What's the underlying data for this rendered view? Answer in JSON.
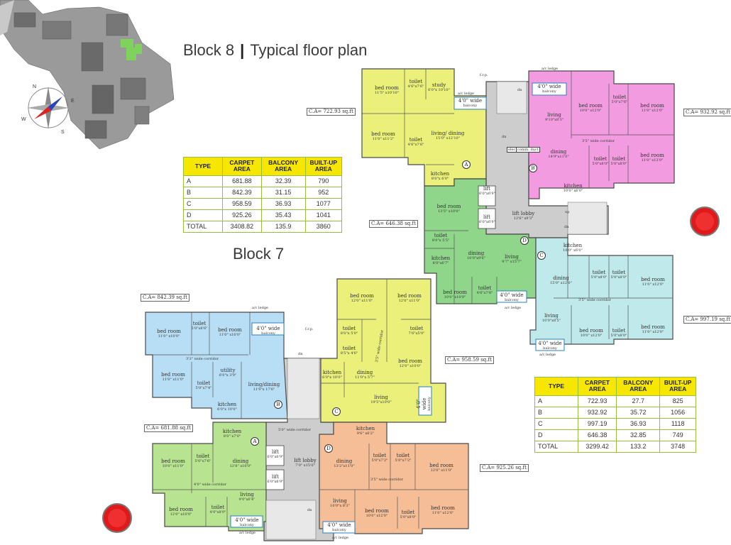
{
  "header": {
    "block": "Block 8",
    "subtitle": "Typical floor plan"
  },
  "block7_label": "Block 7",
  "table_top": {
    "headers": [
      "TYPE",
      "CARPET AREA",
      "BALCONY AREA",
      "BUILT-UP AREA"
    ],
    "rows": [
      [
        "A",
        "681.88",
        "32.39",
        "790"
      ],
      [
        "B",
        "842.39",
        "31.15",
        "952"
      ],
      [
        "C",
        "958.59",
        "36.93",
        "1077"
      ],
      [
        "D",
        "925.26",
        "35.43",
        "1041"
      ],
      [
        "TOTAL",
        "3408.82",
        "135.9",
        "3860"
      ]
    ]
  },
  "table_bottom": {
    "headers": [
      "TYPE",
      "CARPET AREA",
      "BALCONY AREA",
      "BUILT-UP AREA"
    ],
    "rows": [
      [
        "A",
        "722.93",
        "27.7",
        "825"
      ],
      [
        "B",
        "932.92",
        "35.72",
        "1056"
      ],
      [
        "C",
        "997.19",
        "36.93",
        "1118"
      ],
      [
        "D",
        "646.38",
        "32.85",
        "749"
      ],
      [
        "TOTAL",
        "3299.42",
        "133.2",
        "3748"
      ]
    ]
  },
  "compass": {
    "n": "N",
    "e": "E",
    "s": "S",
    "w": "W"
  },
  "carpet_area_labels": {
    "b8_a": "C.A= 722.93 sq.ft",
    "b8_b": "C.A= 932.92 sq.ft",
    "b8_d": "C.A= 646.38 sq.ft",
    "b8_c": "C.A= 997.19 sq.ft",
    "b7_b": "C.A= 842.39 sq.ft",
    "b7_c": "C.A= 958.59 sq.ft",
    "b7_a": "C.A= 681.88 sq.ft",
    "b7_d": "C.A= 925.26 sq.ft"
  },
  "unit_letters": {
    "a": "A",
    "b": "B",
    "c": "C",
    "d": "D"
  },
  "rooms_b8": {
    "bed1": {
      "name": "bed room",
      "dim": "11'5\" x10'10\""
    },
    "toilet1": {
      "name": "toilet",
      "dim": "4'6\"x7'6\""
    },
    "study": {
      "name": "study",
      "dim": "6'0\"x 10'10\""
    },
    "balcony_a": {
      "name": "4'0\" wide",
      "dim": "balcony"
    },
    "bed2": {
      "name": "bed room",
      "dim": "11'0\" x11'2\""
    },
    "toilet2": {
      "name": "toilet",
      "dim": "4'6\"x7'6\""
    },
    "living_dining_a": {
      "name": "living/ dining",
      "dim": "15'0\" x12'10\""
    },
    "kitchen_a": {
      "name": "kitchen",
      "dim": "8'0\"x 6'0\""
    },
    "balcony_b": {
      "name": "4'0\" wide",
      "dim": "balcony"
    },
    "bed_b1": {
      "name": "bed room",
      "dim": "10'0\" x12'0\""
    },
    "toilet_b1": {
      "name": "toilet",
      "dim": "5'0\"x7'6\""
    },
    "bed_b2": {
      "name": "bed room",
      "dim": "11'0\" x12'0\""
    },
    "living_b": {
      "name": "living",
      "dim": "9'10\"x8'3\""
    },
    "dining_b": {
      "name": "dining",
      "dim": "14'9\"x11'0\""
    },
    "corridor_b": {
      "name": "3'5\" wide corridor",
      "dim": ""
    },
    "bed_b3": {
      "name": "bed room",
      "dim": "11'0\" x12'0\""
    },
    "toilet_b2": {
      "name": "toilet",
      "dim": "5'0\"x8'0\""
    },
    "toilet_b3": {
      "name": "toilet",
      "dim": "5'0\"x8'0\""
    },
    "kitchen_b": {
      "name": "kitchen",
      "dim": "10'0\" x6'0\""
    },
    "bed_d": {
      "name": "bed room",
      "dim": "13'5\" x10'0\""
    },
    "toilet_d": {
      "name": "toilet",
      "dim": "8'0\"x 5'5\""
    },
    "kitchen_d": {
      "name": "kitchen",
      "dim": "8'0\"x6'7\""
    },
    "dining_d": {
      "name": "dining",
      "dim": "10'0\"x9'6\""
    },
    "living_d": {
      "name": "living",
      "dim": "9'7\" x15'7\""
    },
    "bed_d2": {
      "name": "bed room",
      "dim": "10'0\" x10'0\""
    },
    "toilet_d2": {
      "name": "toilet",
      "dim": "4'6\"x7'6\""
    },
    "balcony_d": {
      "name": "4'0\" wide",
      "dim": "balcony"
    },
    "lift1": {
      "name": "lift",
      "dim": "6'0\"x6'9\""
    },
    "lift2": {
      "name": "lift",
      "dim": "6'0\"x6'9\""
    },
    "lift_lobby": {
      "name": "lift lobby",
      "dim": "12'6\" x9'3\""
    },
    "kitchen_c": {
      "name": "kitchen",
      "dim": "10'0\" x6'0\""
    },
    "dining_c": {
      "name": "dining",
      "dim": "15'0\" x12'0\""
    },
    "toilet_c1": {
      "name": "toilet",
      "dim": "5'0\"x8'0\""
    },
    "toilet_c2": {
      "name": "toilet",
      "dim": "5'0\"x8'0\""
    },
    "bed_c1": {
      "name": "bed room",
      "dim": "11'0\" x12'0\""
    },
    "corridor_c": {
      "name": "3'5\" wide corridor",
      "dim": ""
    },
    "living_c": {
      "name": "living",
      "dim": "10'0\"x8'5\""
    },
    "bed_c2": {
      "name": "bed room",
      "dim": "10'0\" x12'0\""
    },
    "toilet_c3": {
      "name": "toilet",
      "dim": "5'0\"x8'0\""
    },
    "bed_c3": {
      "name": "bed room",
      "dim": "11'0\" x12'0\""
    },
    "balcony_c": {
      "name": "4'0\" wide",
      "dim": "balcony"
    }
  },
  "rooms_b7": {
    "bed1": {
      "name": "bed room",
      "dim": "11'0\" x10'0\""
    },
    "toilet1": {
      "name": "toilet",
      "dim": "5'0\"x8'6\""
    },
    "bed2": {
      "name": "bed room",
      "dim": "11'0\" x10'0\""
    },
    "balcony_b": {
      "name": "4'0\" wide",
      "dim": "balcony"
    },
    "corridor_b": {
      "name": "3'3\" wide corridor",
      "dim": ""
    },
    "bed3": {
      "name": "bed room",
      "dim": "11'0\" x11'0\""
    },
    "utility": {
      "name": "utility",
      "dim": "6'0\"x 3'9\""
    },
    "toilet2": {
      "name": "toilet",
      "dim": "5'0\"x7'4\""
    },
    "living_dining_b": {
      "name": "living/dining",
      "dim": "11'9\"x 17'6\""
    },
    "kitchen_b": {
      "name": "kitchen",
      "dim": "6'0\"x 10'0\""
    },
    "bed_c1": {
      "name": "bed room",
      "dim": "12'0\" x11'0\""
    },
    "bed_c2": {
      "name": "bed room",
      "dim": "12'0\" x11'0\""
    },
    "toilet_c1": {
      "name": "toilet",
      "dim": "8'0\"x 5'0\""
    },
    "toilet_c2": {
      "name": "toilet",
      "dim": "8'5\"x 4'6\""
    },
    "toilet_c3": {
      "name": "toilet",
      "dim": "7'6\"x5'0\""
    },
    "corridor_c": {
      "name": "3'5\" wide corridor",
      "dim": ""
    },
    "kitchen_c": {
      "name": "kitchen",
      "dim": "6'0\"x 10'0\""
    },
    "dining_c": {
      "name": "dining",
      "dim": "11'0\"x 5'7\""
    },
    "bed_c3": {
      "name": "bed room",
      "dim": "12'0\" x10'0\""
    },
    "living_c": {
      "name": "living",
      "dim": "19'5\"x10'0\""
    },
    "balcony_c": {
      "name": "4'0\" wide",
      "dim": "balcony"
    },
    "corridor_mid": {
      "name": "5'0\" wide corridor",
      "dim": ""
    },
    "kitchen_a": {
      "name": "kitchen",
      "dim": "8'0\" x7'0\""
    },
    "bed_a1": {
      "name": "bed room",
      "dim": "10'0\" x11'0\""
    },
    "toilet_a1": {
      "name": "toilet",
      "dim": "5'0\"x7'6\""
    },
    "dining_a": {
      "name": "dining",
      "dim": "12'8\" x10'0\""
    },
    "corridor_a": {
      "name": "4'0\" wide corridor",
      "dim": ""
    },
    "living_a": {
      "name": "living",
      "dim": "9'0\"x6'4\""
    },
    "bed_a2": {
      "name": "bed room",
      "dim": "12'0\" x10'0\""
    },
    "toilet_a2": {
      "name": "toilet",
      "dim": "4'0\"x8'0\""
    },
    "balcony_a": {
      "name": "4'0\" wide",
      "dim": "balcony"
    },
    "lift1": {
      "name": "lift",
      "dim": "6'0\"x6'9\""
    },
    "lift2": {
      "name": "lift",
      "dim": "6'0\"x6'9\""
    },
    "lift_lobby": {
      "name": "lift lobby",
      "dim": "7'0\" x15'0\""
    },
    "kitchen_d": {
      "name": "kitchen",
      "dim": "9'6\" x6'2\""
    },
    "dining_d": {
      "name": "dining",
      "dim": "13'2\"x11'0\""
    },
    "toilet_d1": {
      "name": "toilet",
      "dim": "5'0\"x7'2\""
    },
    "toilet_d2": {
      "name": "toilet",
      "dim": "5'0\"x7'2\""
    },
    "bed_d1": {
      "name": "bed room",
      "dim": "12'0\" x11'0\""
    },
    "corridor_d": {
      "name": "3'5\" wide corridor",
      "dim": ""
    },
    "living_d": {
      "name": "living",
      "dim": "10'0\"x 8'3\""
    },
    "bed_d2": {
      "name": "bed room",
      "dim": "10'0\" x12'0\""
    },
    "toilet_d3": {
      "name": "toilet",
      "dim": "5'0\"x8'0\""
    },
    "bed_d3": {
      "name": "bed room",
      "dim": "11'0\" x12'0\""
    },
    "balcony_d": {
      "name": "4'0\" wide",
      "dim": "balcony"
    }
  },
  "misc": {
    "frp": "f.r.p.",
    "ac_ledge": "a/c ledge",
    "dn": "dn",
    "up": "up",
    "elec_duct": "elec. duct",
    "comm_duct": "comm. duct"
  },
  "colors": {
    "yellow": "#eaf07a",
    "pink": "#f39be0",
    "green": "#8fd68b",
    "cyan": "#bfe9ea",
    "blue": "#b8def5",
    "lightgreen": "#b8e391",
    "orange": "#f5be96",
    "grey": "#cdcdcd",
    "table_header": "#f6e600"
  }
}
